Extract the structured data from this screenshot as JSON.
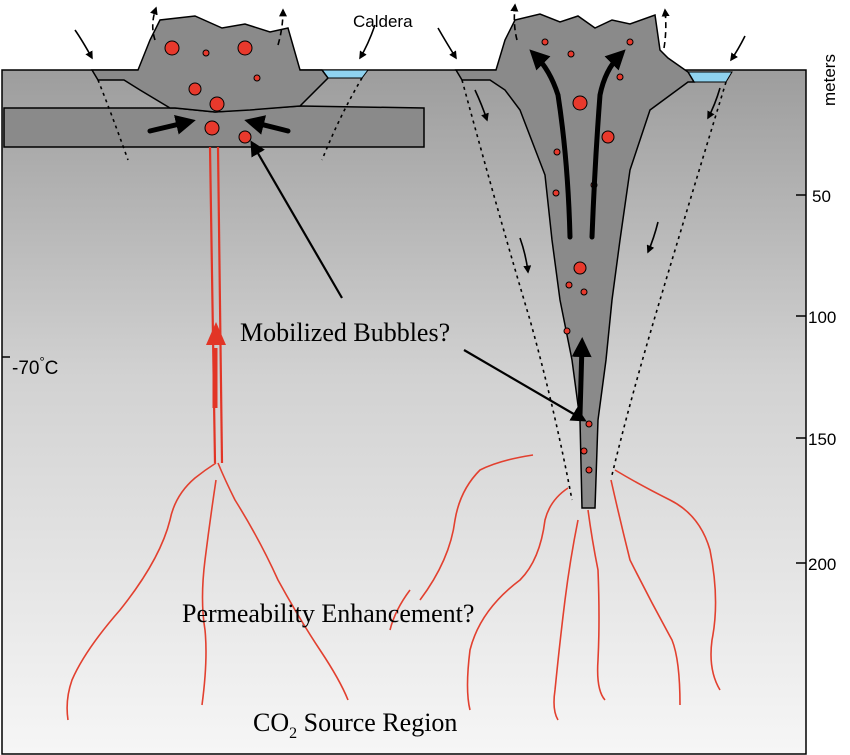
{
  "labels": {
    "caldera": "Caldera",
    "temperature_prefix": "-70",
    "temperature_degree": "°",
    "temperature_unit": "C",
    "mobilized_bubbles": "Mobilized Bubbles?",
    "permeability": "Permeability Enhancement?",
    "co2_prefix": "CO",
    "co2_subscript": "2",
    "co2_suffix": " Source Region"
  },
  "depth_scale": {
    "unit_label": "meters",
    "ticks": [
      "50",
      "100",
      "150",
      "200"
    ]
  },
  "colors": {
    "ground_top": "#9c9c9c",
    "ground_bottom": "#f4f4f4",
    "plug_fill": "#8a8a8a",
    "bubble": "#e8392c",
    "conduit_red": "#e23526",
    "fracture_red": "#e2402f",
    "water": "#8fd3f0"
  }
}
